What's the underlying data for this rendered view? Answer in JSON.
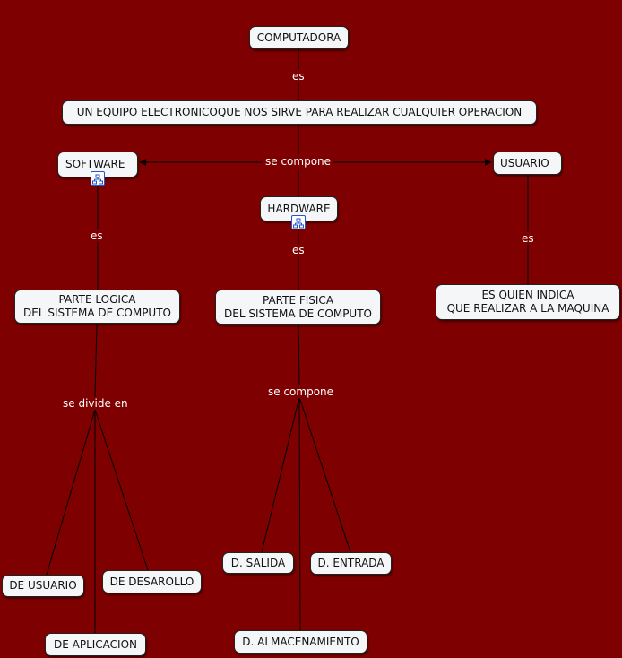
{
  "nodes": {
    "computadora": "COMPUTADORA",
    "equipo": "UN EQUIPO ELECTRONICOQUE NOS SIRVE PARA REALIZAR CUALQUIER OPERACION",
    "software": "SOFTWARE",
    "hardware": "HARDWARE",
    "usuario": "USUARIO",
    "parte_logica": "PARTE LOGICA\nDEL SISTEMA DE COMPUTO",
    "parte_fisica": "PARTE FISICA\nDEL SISTEMA DE COMPUTO",
    "es_quien": "ES QUIEN INDICA\nQUE REALIZAR A LA MAQUINA",
    "de_usuario": "DE USUARIO",
    "de_desarollo": "DE DESAROLLO",
    "de_aplicacion": "DE APLICACION",
    "d_salida": "D. SALIDA",
    "d_entrada": "D. ENTRADA",
    "d_almacenamiento": "D. ALMACENAMIENTO"
  },
  "links": {
    "es_1": "es",
    "se_compone_1": "se compone",
    "es_2": "es",
    "es_3": "es",
    "es_4": "es",
    "se_divide_en": "se divide en",
    "se_compone_2": "se compone"
  },
  "icons": {
    "software_submap": "submap-icon",
    "hardware_submap": "submap-icon"
  },
  "colors": {
    "background": "#7f0000",
    "node_fill": "#f4f6f8",
    "line": "#000000",
    "link_text": "#ffffff"
  }
}
